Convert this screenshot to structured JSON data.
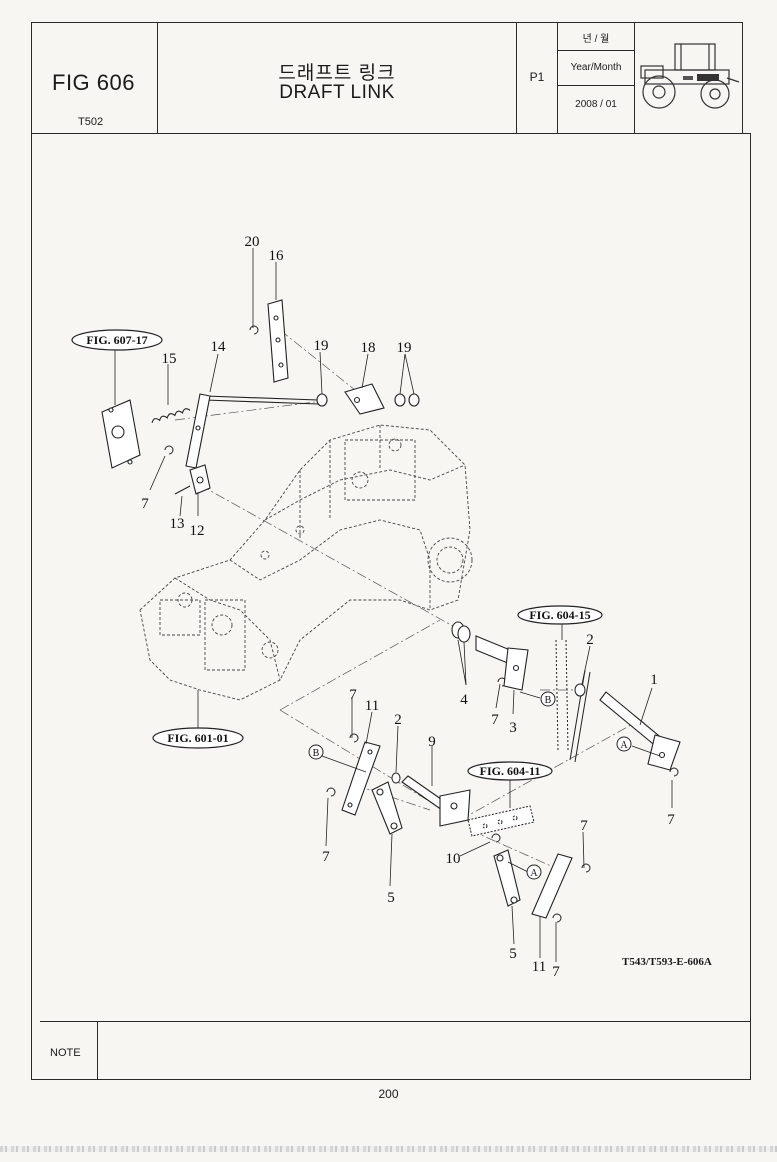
{
  "header": {
    "fig_number": "FIG 606",
    "model": "T502",
    "title_korean": "드래프트 링크",
    "title_english": "DRAFT LINK",
    "page_code": "P1",
    "year_month_korean": "년 / 월",
    "year_month_label": "Year/Month",
    "year_month_value": "2008 / 01"
  },
  "diagram": {
    "part_numbers": [
      "1",
      "2",
      "2",
      "3",
      "4",
      "5",
      "5",
      "7",
      "7",
      "7",
      "7",
      "7",
      "7",
      "7",
      "9",
      "10",
      "11",
      "11",
      "12",
      "13",
      "14",
      "15",
      "16",
      "18",
      "19",
      "19",
      "20"
    ],
    "references": [
      "FIG. 607-17",
      "FIG. 601-01",
      "FIG. 604-15",
      "FIG. 604-11"
    ],
    "connector_markers": [
      "A",
      "A",
      "B",
      "B"
    ],
    "drawing_code": "T543/T593-E-606A"
  },
  "footer": {
    "note_label": "NOTE",
    "note_text": "",
    "page_number": "200"
  }
}
